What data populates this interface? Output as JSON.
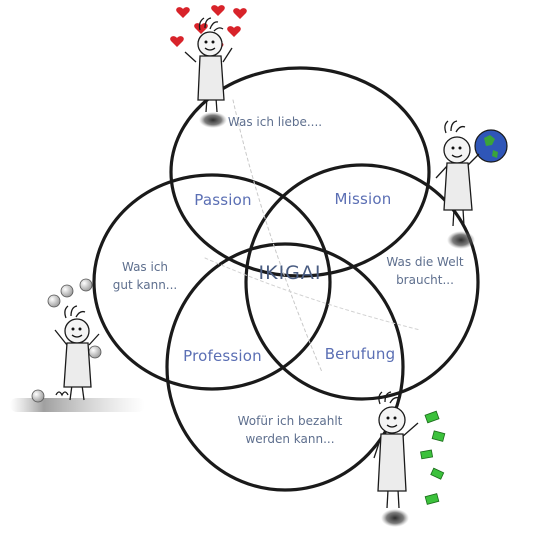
{
  "diagram": {
    "center_label": "IKIGAI",
    "circle_labels": {
      "love": "Was ich liebe....",
      "world_needs": [
        "Was die Welt",
        "braucht..."
      ],
      "good_at": [
        "Was ich",
        "gut kann..."
      ],
      "paid_for": [
        "Wofür ich bezahlt",
        "werden kann..."
      ]
    },
    "intersection_labels": {
      "passion": "Passion",
      "mission": "Mission",
      "profession": "Profession",
      "vocation": "Berufung"
    }
  },
  "colors": {
    "circle_stroke": "#1a1a1a",
    "zone_text": "#5b6fb4",
    "note_text": "#5e6f8e",
    "heart": "#d8232a",
    "globe_water": "#2f56b8",
    "globe_land": "#3aa43a",
    "money": "#3cc13c"
  },
  "icons": [
    "stick-figure-with-hearts",
    "stick-figure-with-globe",
    "stick-figure-juggling",
    "stick-figure-with-money"
  ]
}
